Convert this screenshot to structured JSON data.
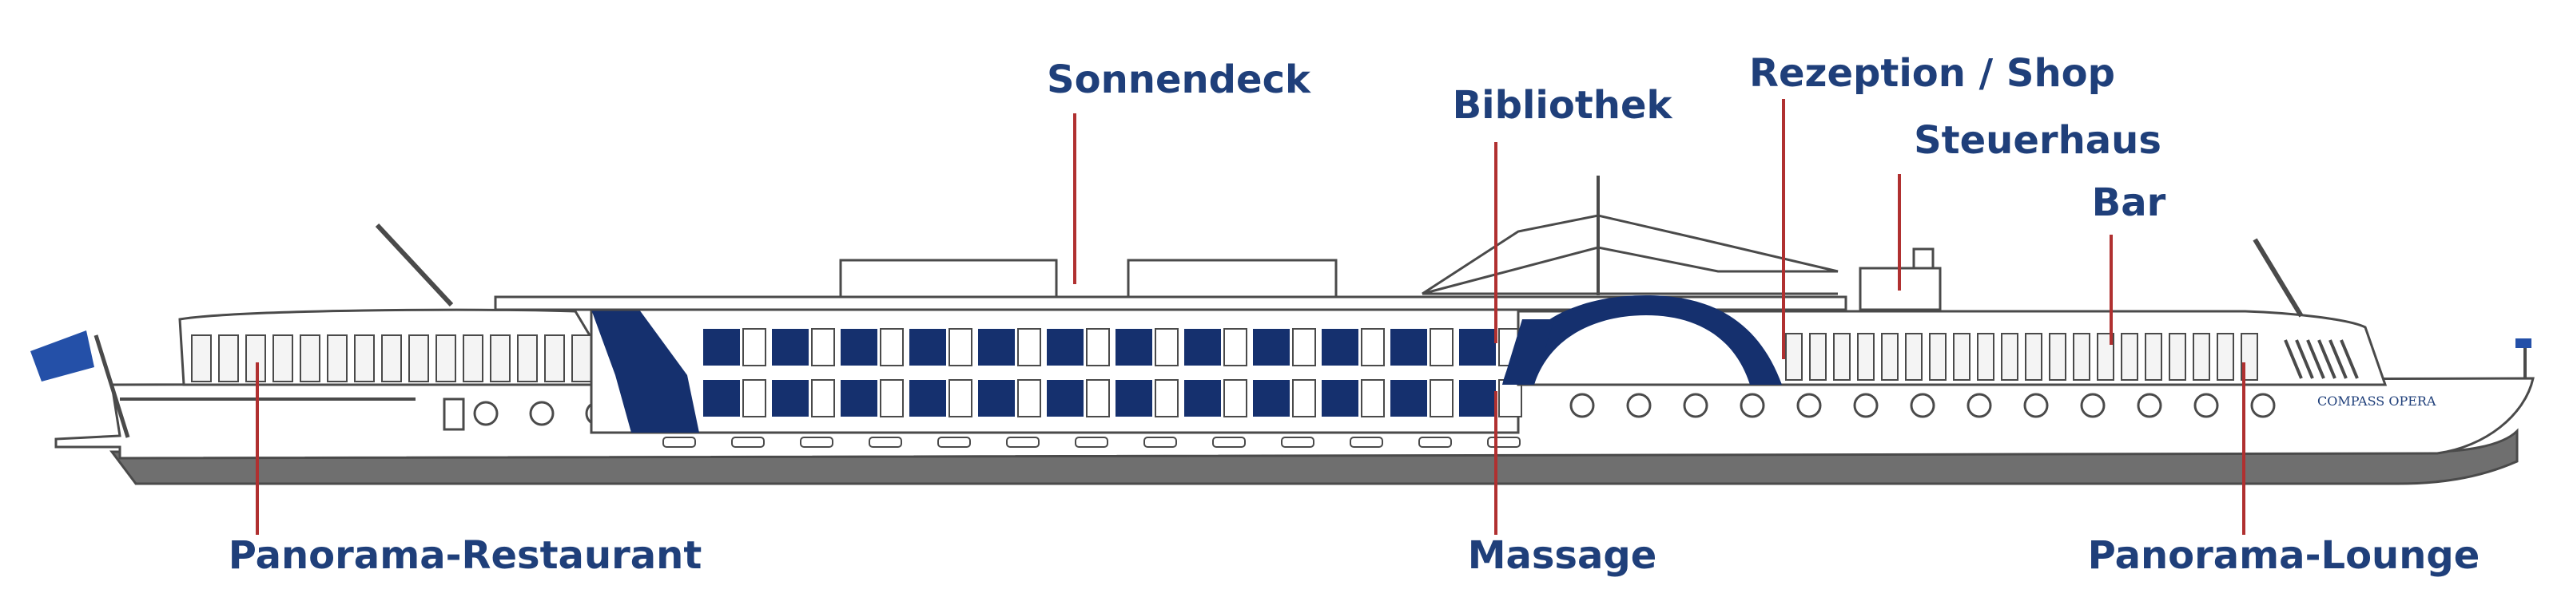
{
  "colors": {
    "label_text": "#1f3f7a",
    "leader_line": "#b03030",
    "navy_accent": "#15306e",
    "hull_grey": "#6f6f6f",
    "outline": "#4a4a4a",
    "window_fill": "#f2f2f2",
    "flag_blue": "#2450a8"
  },
  "labels": {
    "sonnendeck": "Sonnendeck",
    "bibliothek": "Bibliothek",
    "rezeption_shop": "Rezeption / Shop",
    "steuerhaus": "Steuerhaus",
    "bar": "Bar",
    "panorama_restaurant": "Panorama-Restaurant",
    "massage": "Massage",
    "panorama_lounge": "Panorama-Lounge"
  },
  "ship": {
    "name": "COMPASS OPERA"
  }
}
